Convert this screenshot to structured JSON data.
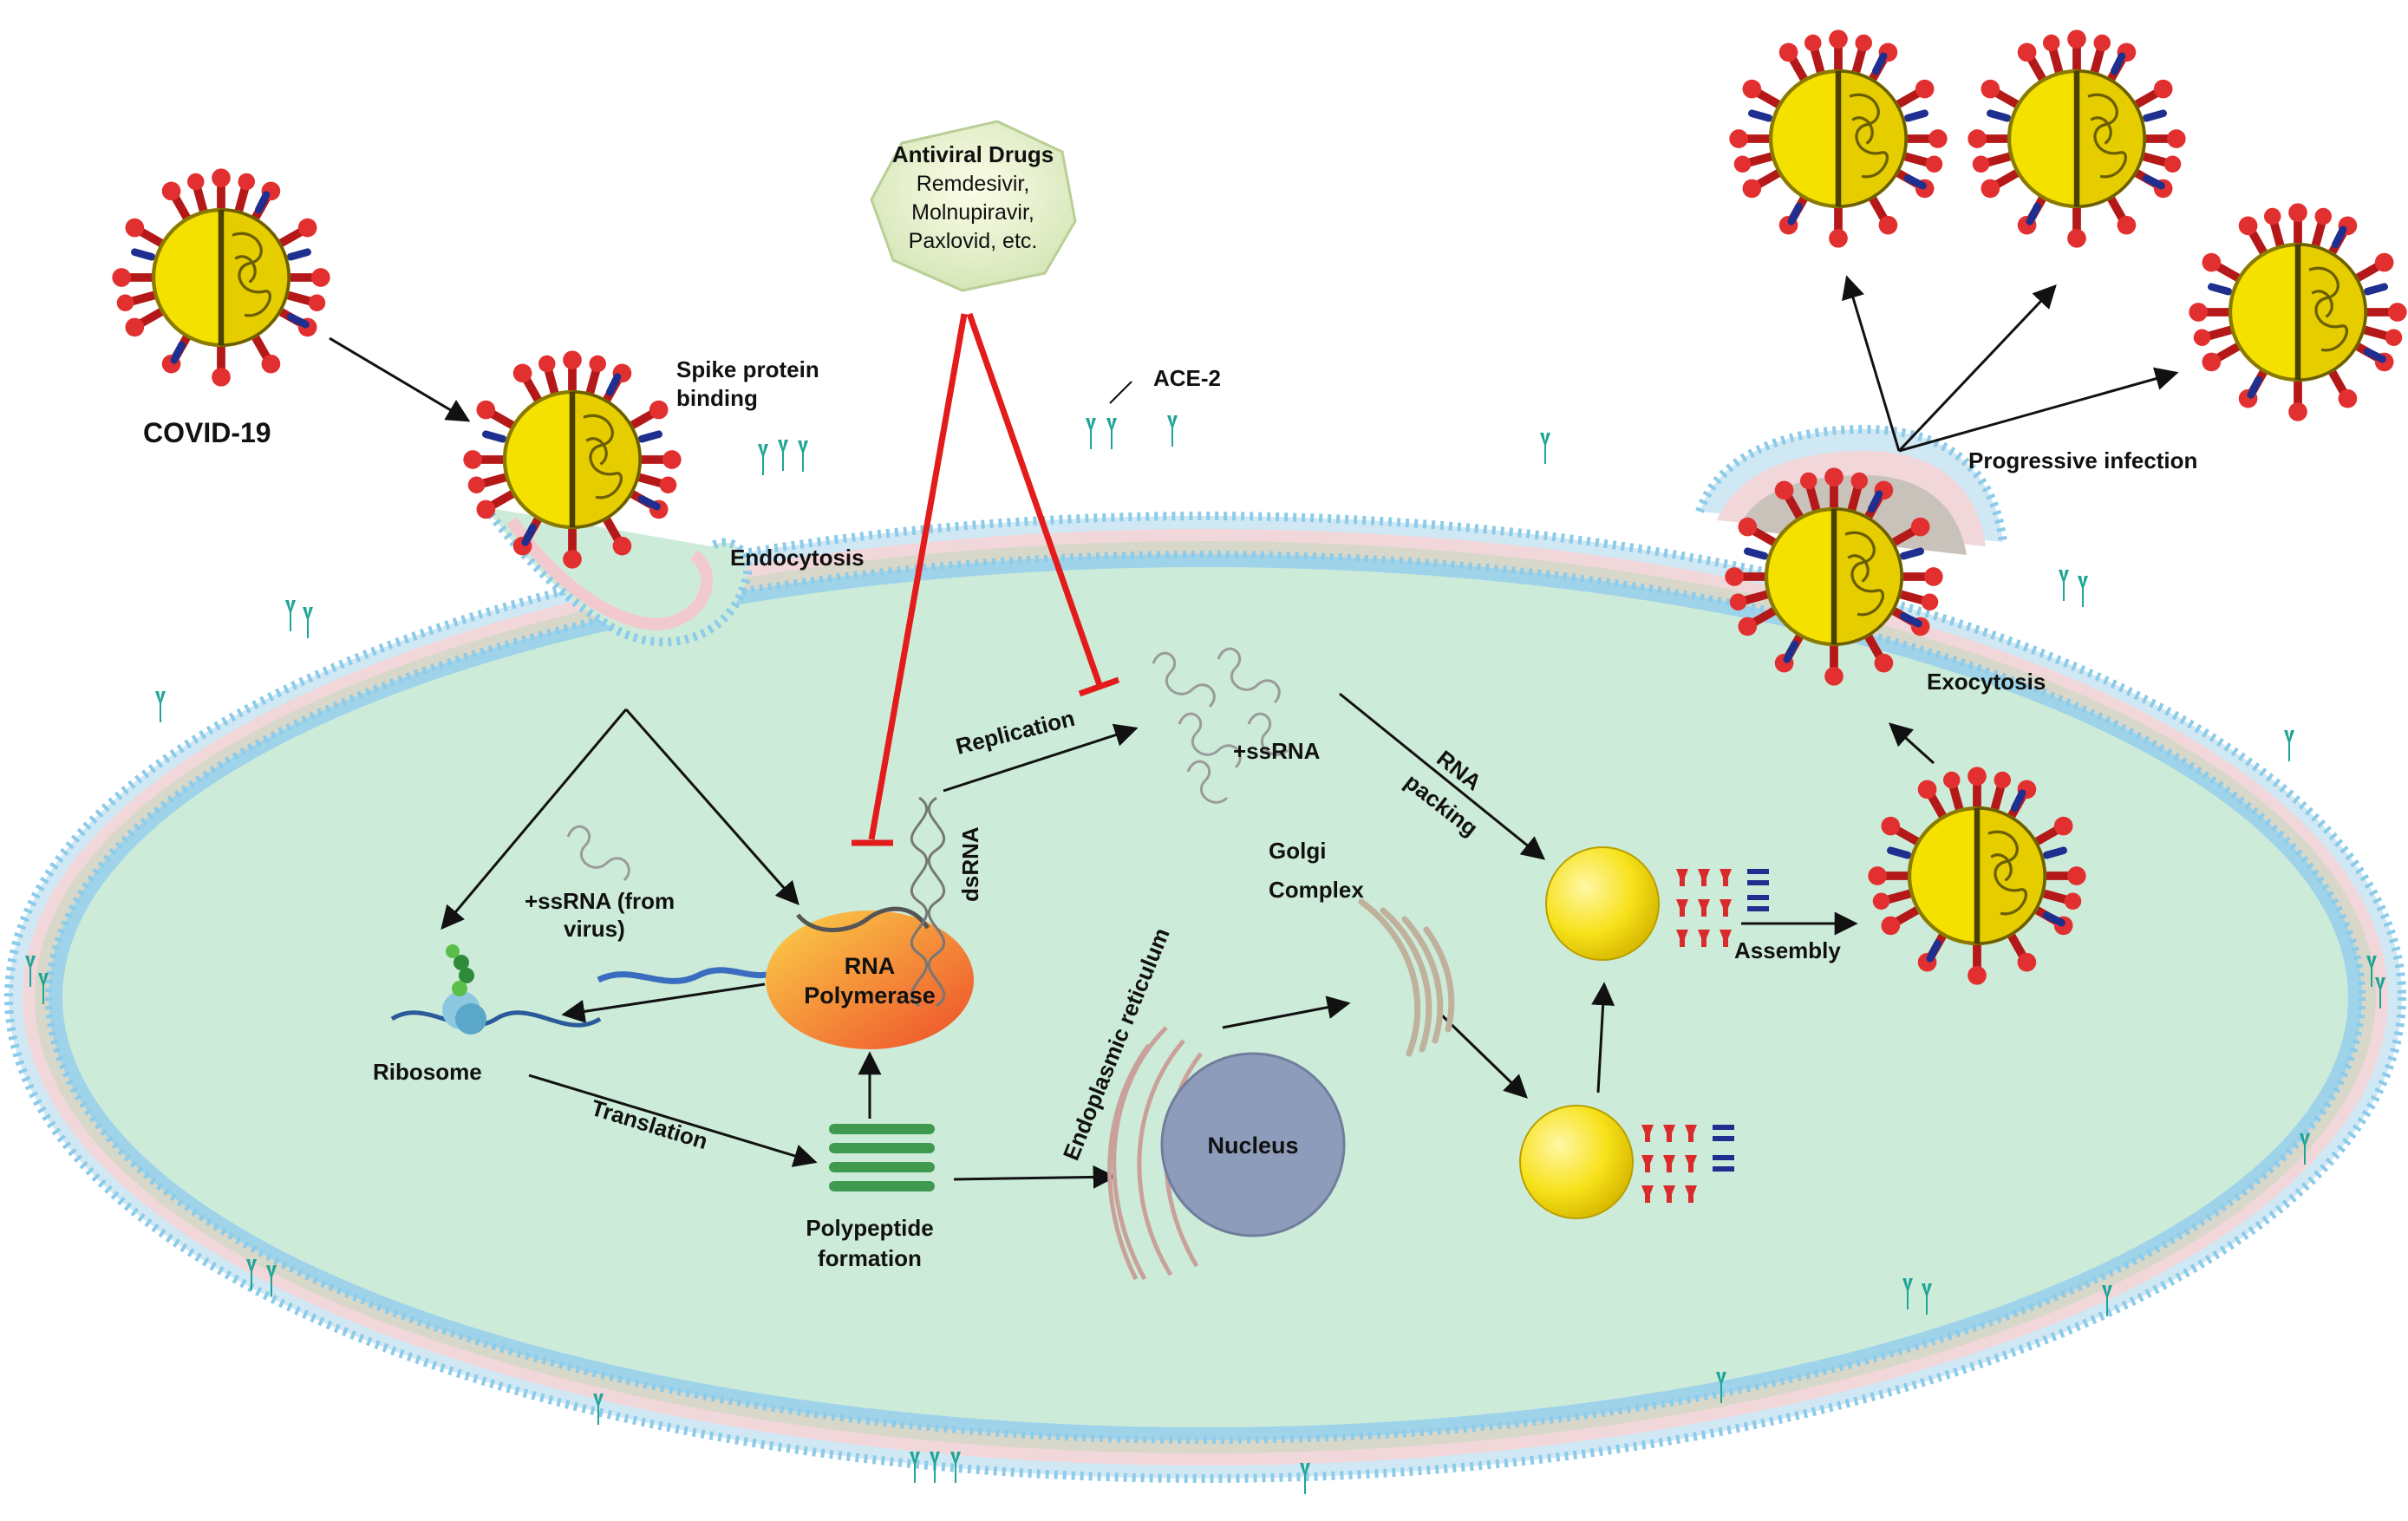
{
  "labels": {
    "covid": "COVID-19",
    "spike_1": "Spike protein",
    "spike_2": "binding",
    "ace2": "ACE-2",
    "endocytosis": "Endocytosis",
    "drugs_title": "Antiviral Drugs",
    "drugs_1": "Remdesivir,",
    "drugs_2": "Molnupiravir,",
    "drugs_3": "Paxlovid, etc.",
    "replication": "Replication",
    "ssrna": "+ssRNA",
    "dsrna": "dsRNA",
    "ssrna_virus_1": "+ssRNA (from",
    "ssrna_virus_2": "virus)",
    "rna_pol_1": "RNA",
    "rna_pol_2": "Polymerase",
    "ribosome": "Ribosome",
    "translation": "Translation",
    "polypeptide_1": "Polypeptide",
    "polypeptide_2": "formation",
    "er": "Endoplasmic reticulum",
    "nucleus": "Nucleus",
    "golgi_1": "Golgi",
    "golgi_2": "Complex",
    "rna_packing_1": "RNA",
    "rna_packing_2": "packing",
    "assembly": "Assembly",
    "exocytosis": "Exocytosis",
    "progressive": "Progressive infection"
  },
  "colors": {
    "cytoplasm": "#cdebd9",
    "membrane_head": "#8ccbea",
    "membrane_tail": "#efc9cf",
    "inhibitor": "#e31b1b",
    "virus_core": "#f2e000",
    "spike": "#d92b2b",
    "m_protein": "#1f2f8f",
    "receptor": "#1fa596",
    "nucleus": "#8e9cbc",
    "golgi": "#bfb19b",
    "er": "#c9a19a",
    "polymerase_start": "#f7b733",
    "polymerase_end": "#ef5a2f"
  }
}
